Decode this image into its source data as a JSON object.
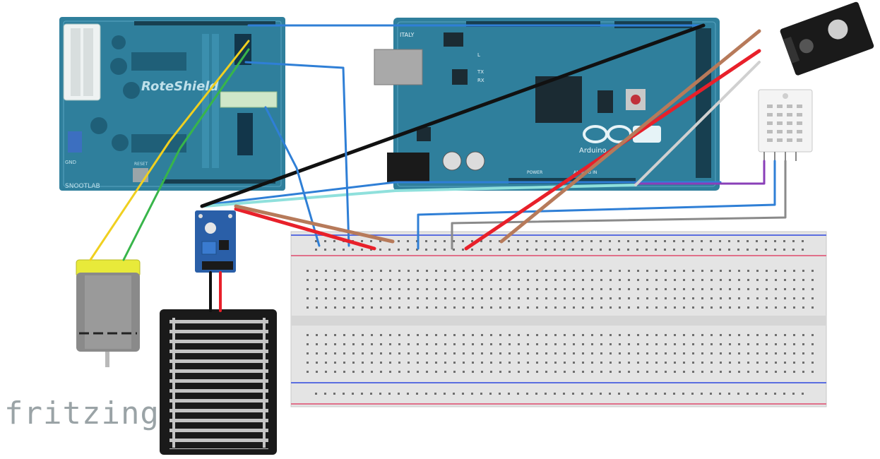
{
  "labels": {
    "brand": "fritzing",
    "shield_name": "RoteShield",
    "shield_maker": "SNOOTLAB",
    "shield_reset": "RESET",
    "shield_gnd": "GND",
    "arduino_origin": "ITALY",
    "arduino_logo": "Arduino",
    "arduino_tx": "TX",
    "arduino_rx": "RX",
    "arduino_l": "L",
    "arduino_power": "POWER",
    "arduino_analog": "ANALOG IN"
  },
  "colors": {
    "board": "#2f7f9c",
    "board_dark": "#1f5f78",
    "breadboard": "#e4e4e4",
    "rail_red": "#e0708a",
    "rail_blue": "#5b6ee0",
    "wire_black": "#111111",
    "wire_red": "#e8202a",
    "wire_blue": "#2f7fd6",
    "wire_brown": "#b77a5a",
    "wire_gray": "#9a9a9a",
    "wire_cyan": "#8fe0dc",
    "wire_yellow": "#f0d020",
    "wire_green": "#38b54a",
    "wire_purple": "#8a3fb8"
  },
  "components": {
    "motor_shield": "motor-shield",
    "arduino": "arduino-mega",
    "ir_sensor": "ir-sensor-module",
    "dht_sensor": "dht-humidity-sensor",
    "rain_module": "rain-sensor-module",
    "rain_plate": "rain-sensor-plate",
    "motor": "dc-motor",
    "breadboard": "breadboard"
  }
}
